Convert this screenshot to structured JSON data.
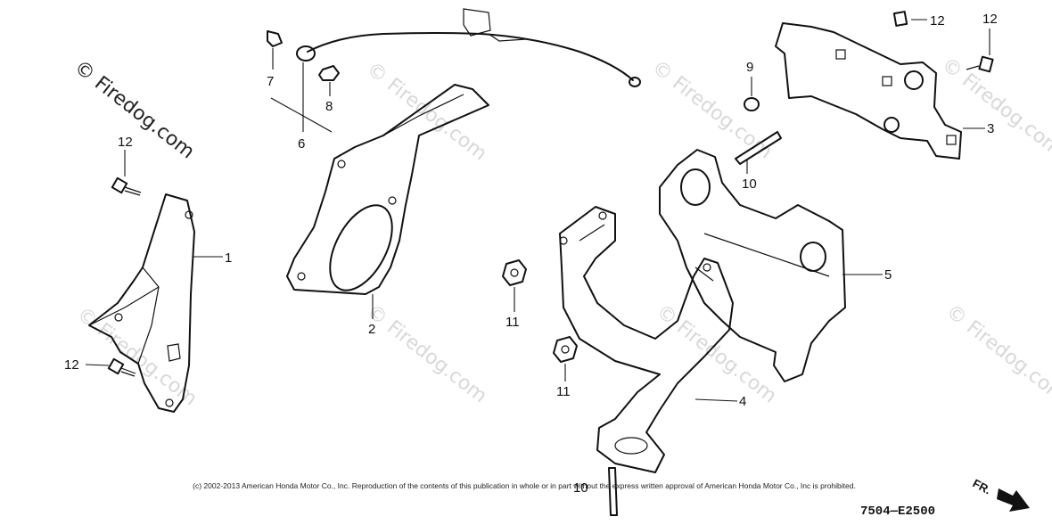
{
  "watermark": {
    "main": "© Firedog.com",
    "faint": "© Firedog.com"
  },
  "callouts": {
    "c1": "1",
    "c2": "2",
    "c3": "3",
    "c4": "4",
    "c5": "5",
    "c6": "6",
    "c7": "7",
    "c8": "8",
    "c9": "9",
    "c10a": "10",
    "c10b": "10",
    "c11a": "11",
    "c11b": "11",
    "c12a": "12",
    "c12b": "12",
    "c12c": "12",
    "c12d": "12"
  },
  "footer": {
    "copyright": "(c) 2002-2013 American Honda Motor Co., Inc. Reproduction of the contents of this publication in whole or in part without the express written approval of American Honda Motor Co., Inc is prohibited.",
    "diagram_code": "7504—E2500",
    "direction": "FR."
  }
}
